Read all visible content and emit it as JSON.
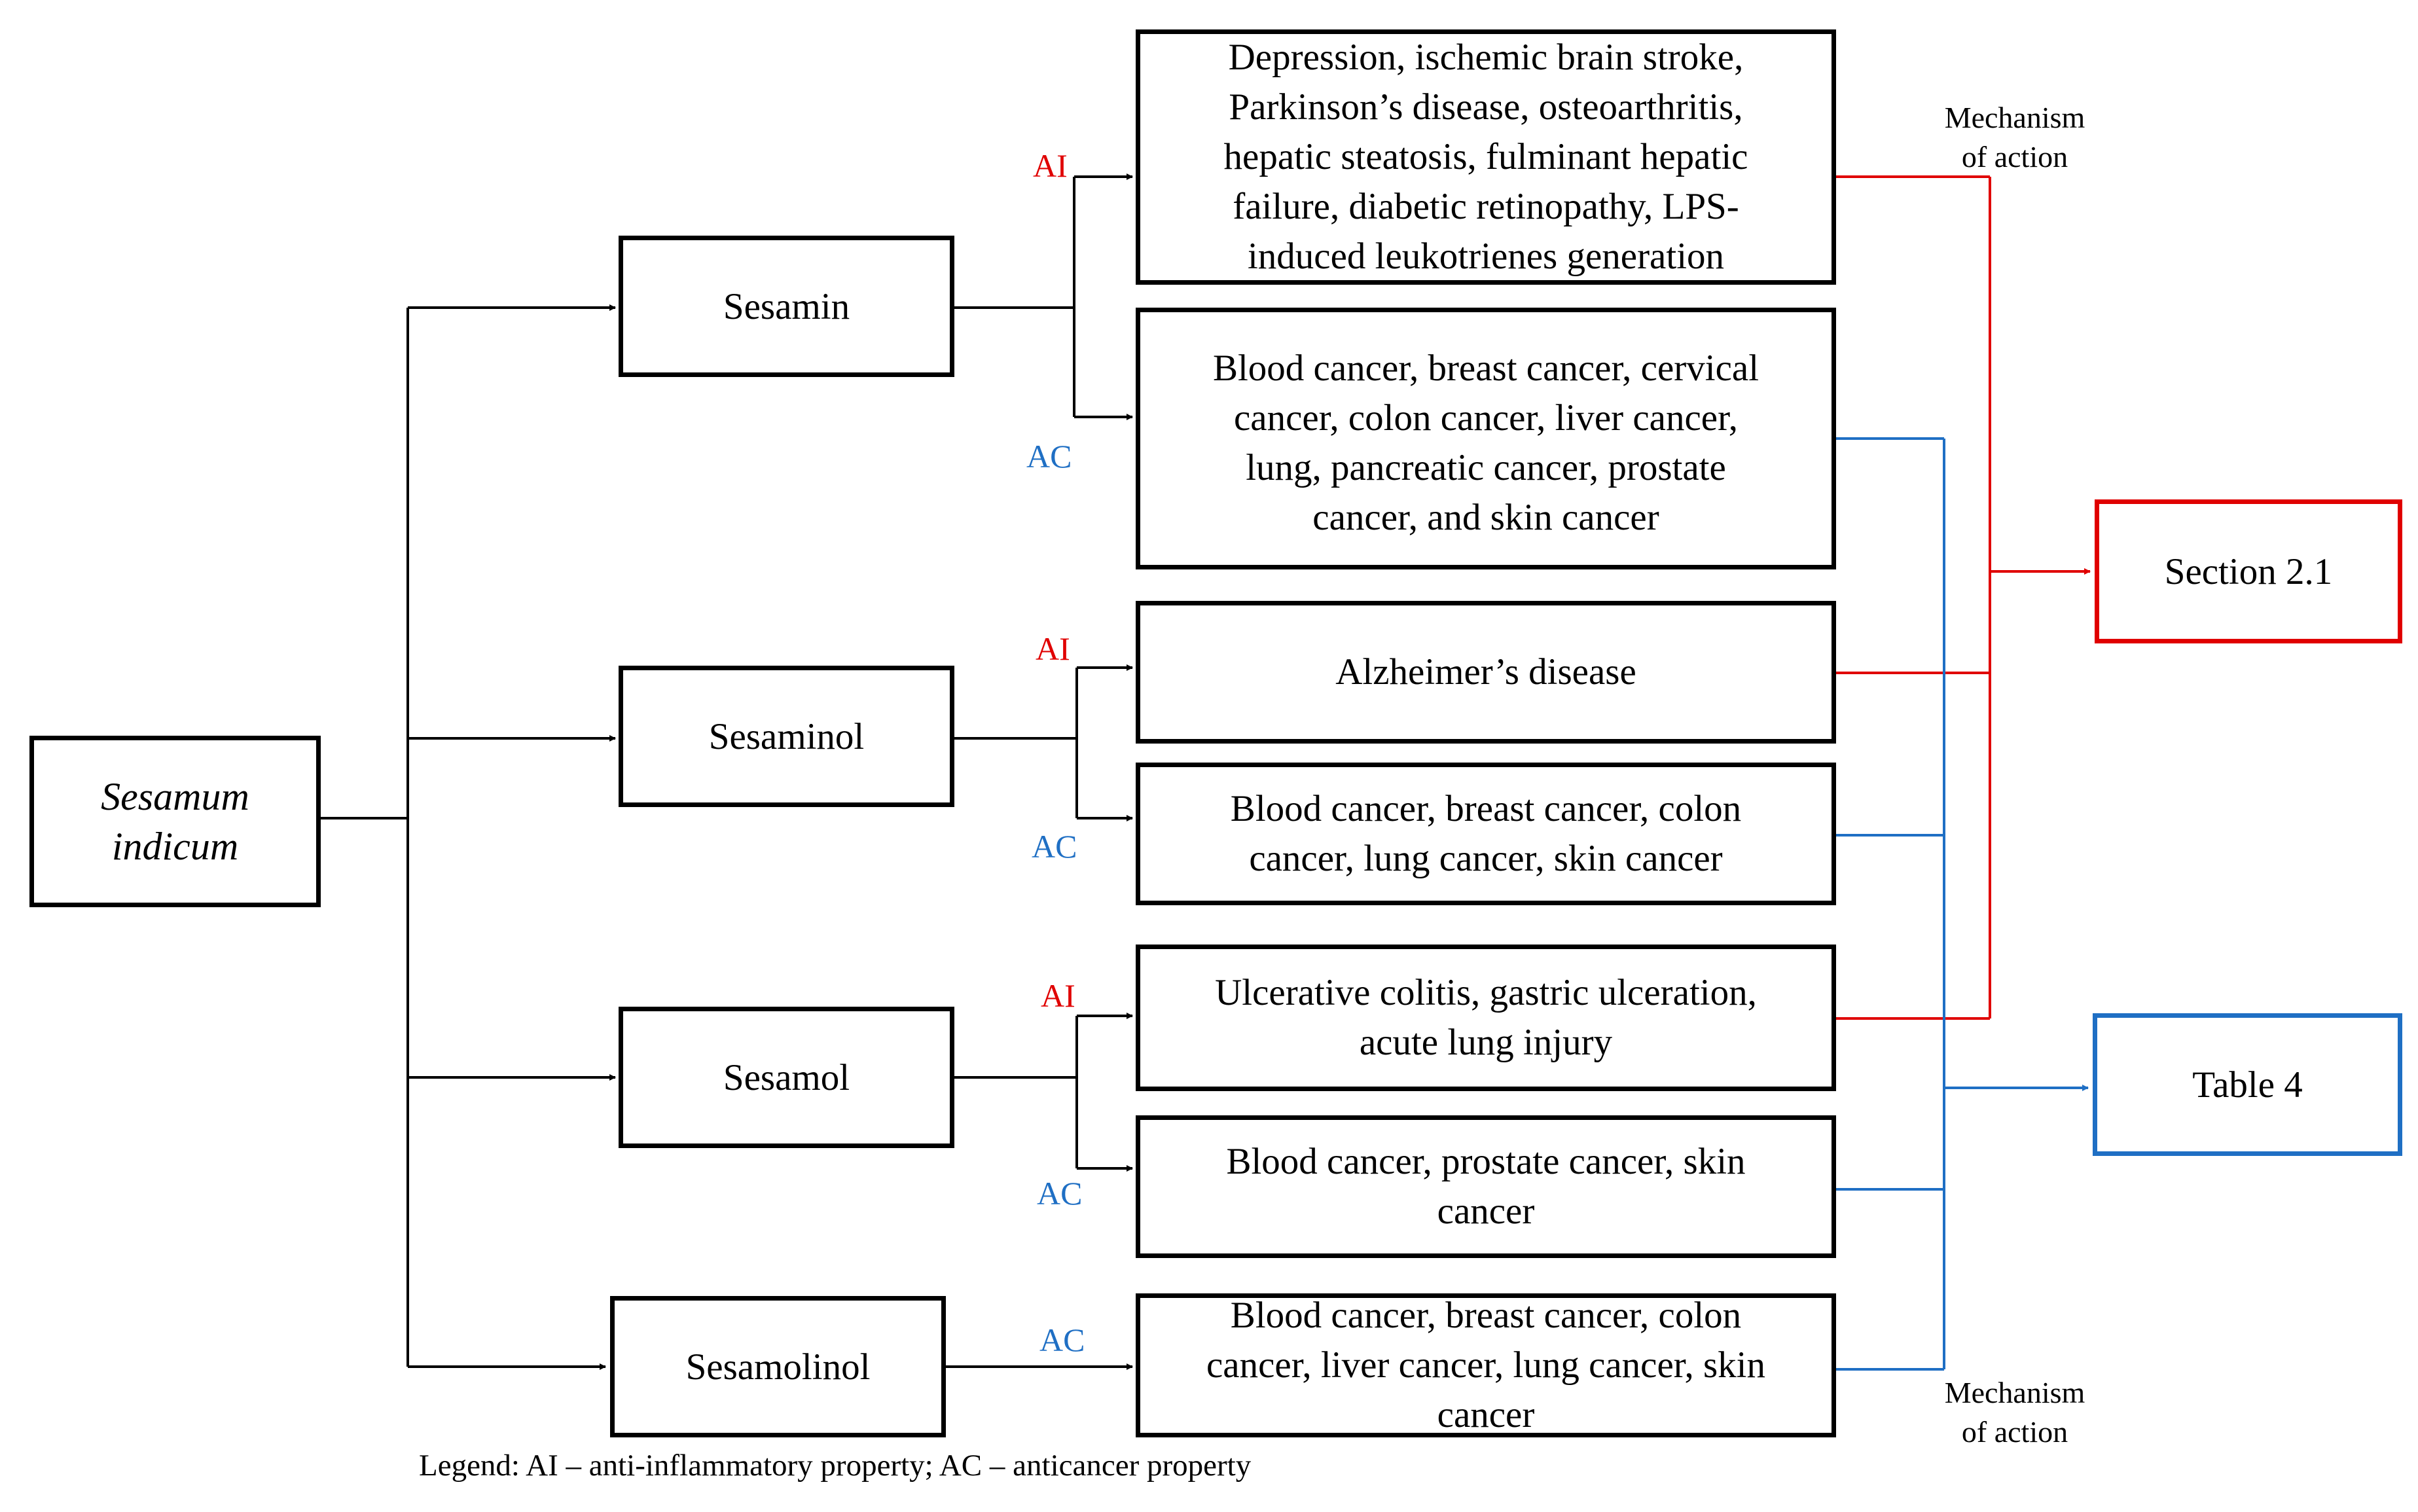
{
  "root": {
    "line1": "Sesamum",
    "line2": "indicum"
  },
  "compounds": {
    "sesamin": "Sesamin",
    "sesaminol": "Sesaminol",
    "sesamol": "Sesamol",
    "sesamolinol": "Sesamolinol"
  },
  "labels": {
    "ai": "AI",
    "ac": "AC"
  },
  "conditions": {
    "sesamin_ai": [
      "Depression, ischemic brain stroke,",
      "Parkinson’s disease, osteoarthritis,",
      "hepatic steatosis, fulminant hepatic",
      "failure, diabetic retinopathy, LPS-",
      "induced leukotrienes generation"
    ],
    "sesamin_ac": [
      "Blood cancer, breast cancer, cervical",
      "cancer, colon cancer, liver cancer,",
      "lung, pancreatic cancer, prostate",
      "cancer, and skin cancer"
    ],
    "sesaminol_ai": [
      "Alzheimer’s disease"
    ],
    "sesaminol_ac": [
      "Blood cancer, breast cancer, colon",
      "cancer, lung cancer, skin cancer"
    ],
    "sesamol_ai": [
      "Ulcerative colitis, gastric ulceration,",
      "acute lung injury"
    ],
    "sesamol_ac": [
      "Blood cancer, prostate cancer, skin",
      "cancer"
    ],
    "sesamolinol_ac": [
      "Blood cancer, breast cancer, colon",
      "cancer, liver cancer, lung cancer, skin",
      "cancer"
    ]
  },
  "mechanism": {
    "line1": "Mechanism",
    "line2": "of action"
  },
  "refs": {
    "section": "Section 2.1",
    "table": "Table 4"
  },
  "legend": "Legend: AI – anti-inflammatory property; AC – anticancer property",
  "colors": {
    "ai": "#e00000",
    "ac": "#1f6fc4",
    "neutral": "#000000"
  }
}
